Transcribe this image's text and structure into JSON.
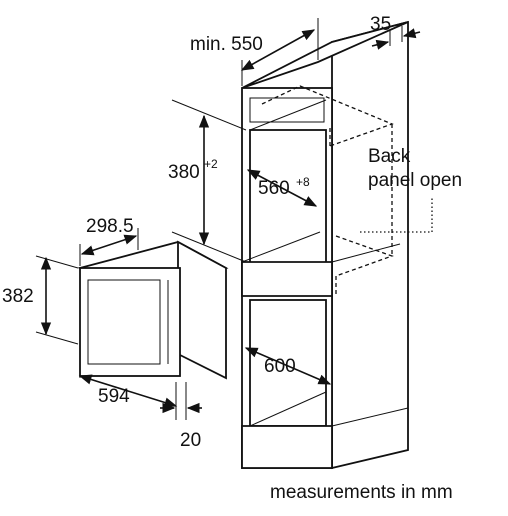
{
  "labels": {
    "cabinet_depth": "min. 550",
    "rear_gap": "35",
    "niche_height": "380",
    "niche_height_tol": "+2",
    "niche_width": "560",
    "niche_width_tol": "+8",
    "back_panel_line1": "Back",
    "back_panel_line2": "panel open",
    "appliance_depth": "298.5",
    "appliance_height": "382",
    "appliance_width": "594",
    "front_depth": "20",
    "cabinet_width": "600",
    "units_note": "measurements in mm"
  }
}
